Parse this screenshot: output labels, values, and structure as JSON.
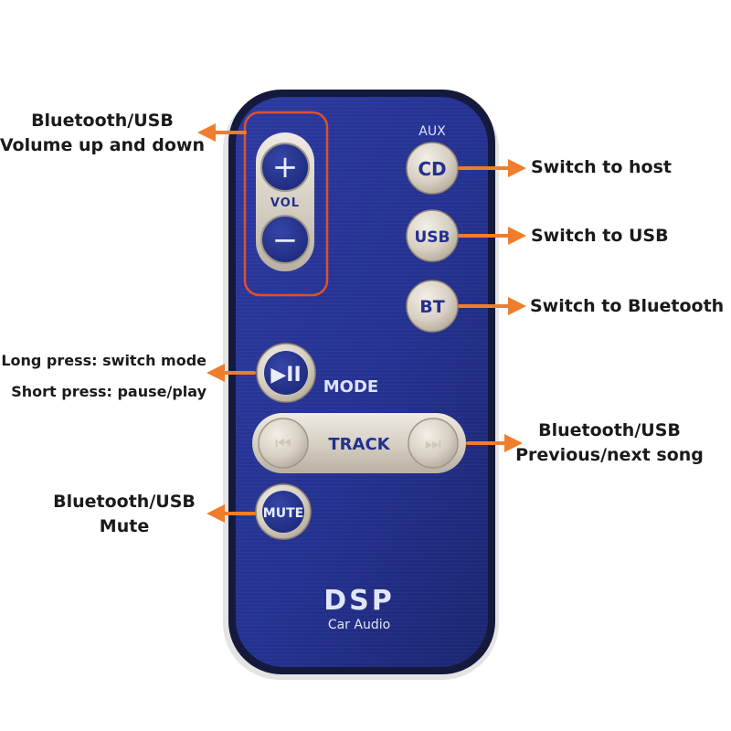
{
  "remote": {
    "vol_label": "VOL",
    "plus_glyph": "+",
    "minus_glyph": "−",
    "aux_label": "AUX",
    "cd_label": "CD",
    "usb_label": "USB",
    "bt_label": "BT",
    "mode_label": "MODE",
    "play_pause_glyph": "▶II",
    "track_label": "TRACK",
    "prev_glyph": "⏮",
    "next_glyph": "⏭",
    "mute_label": "MUTE",
    "brand": "DSP",
    "brand_sub": "Car Audio"
  },
  "annotations": {
    "volume_line1": "Bluetooth/USB",
    "volume_line2": "Volume up and down",
    "host": "Switch to host",
    "usb": "Switch to USB",
    "bluetooth": "Switch to Bluetooth",
    "mode_line1": "Long press: switch mode",
    "mode_line2": "Short press: pause/play",
    "track_line1": "Bluetooth/USB",
    "track_line2": "Previous/next song",
    "mute_line1": "Bluetooth/USB",
    "mute_line2": "Mute"
  },
  "colors": {
    "arrow": "#f07d2b",
    "highlight": "#e0502a",
    "panel": "#23308f",
    "body": "#151a3c",
    "text": "#1a1a1a",
    "button_light": "#ece7de",
    "button_dark": "#b7ad9f"
  }
}
